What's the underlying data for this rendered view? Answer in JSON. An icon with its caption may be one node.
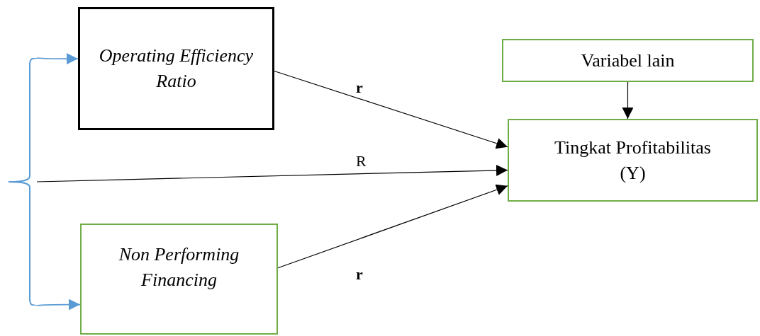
{
  "diagram": {
    "nodes": [
      {
        "text": [
          "Operating Efficiency Ratio"
        ]
      },
      {
        "text": [
          "Variabel lain"
        ]
      },
      {
        "text": [
          "Tingkat Profitabilitas (Y)"
        ]
      },
      {
        "text": [],
        "shape": "brace"
      },
      {
        "text": [
          "Non Performing Financing"
        ]
      }
    ],
    "edges": [
      {
        "from": 3,
        "to": 0,
        "arrow": "to",
        "color": "#5b9bd5"
      },
      {
        "from": 3,
        "to": 4,
        "arrow": "to",
        "color": "#5b9bd5"
      },
      {
        "from": 0,
        "to": 2,
        "arrow": "to",
        "label": "r"
      },
      {
        "from": 3,
        "to": 2,
        "arrow": "to",
        "label": "R"
      },
      {
        "from": 4,
        "to": 2,
        "arrow": "to",
        "label": "r"
      },
      {
        "from": 1,
        "to": 2,
        "arrow": "to"
      }
    ]
  }
}
